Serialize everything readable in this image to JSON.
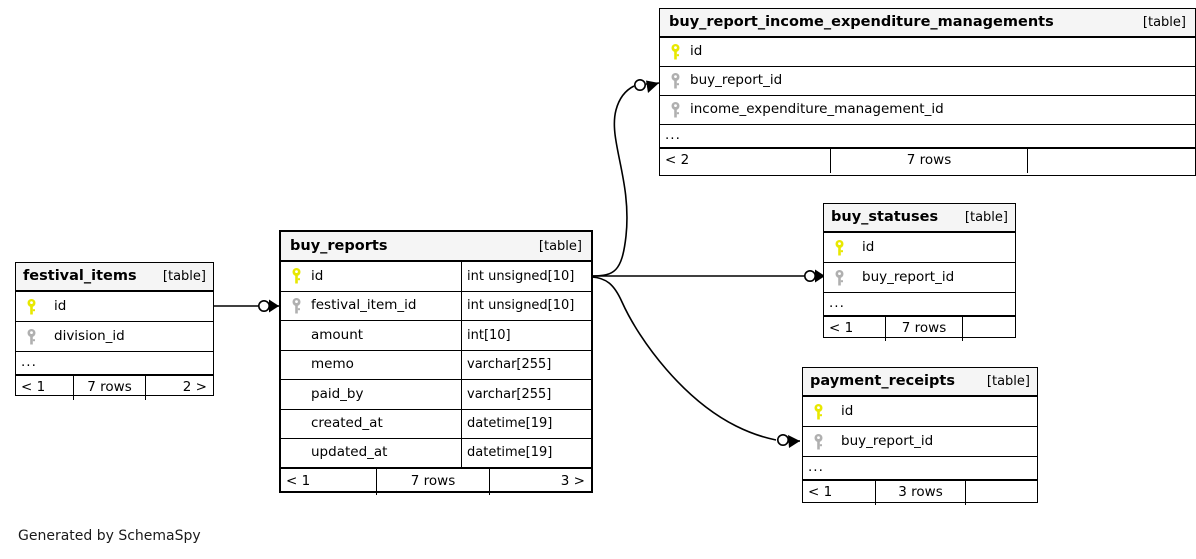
{
  "diagram": {
    "generator_credit": "Generated by SchemaSpy",
    "table_tag": "[table]",
    "ellipsis": "...",
    "colors": {
      "primary_key": "#e8e800",
      "foreign_key": "#b0b0b0",
      "border": "#000000",
      "header_bg": "#f5f5f5",
      "background": "#ffffff"
    }
  },
  "tables": {
    "buy_report_income_expenditure_managements": {
      "name": "buy_report_income_expenditure_managements",
      "tag": "[table]",
      "columns": [
        {
          "key": "pk",
          "name": "id",
          "type": ""
        },
        {
          "key": "fk",
          "name": "buy_report_id",
          "type": ""
        },
        {
          "key": "fk",
          "name": "income_expenditure_management_id",
          "type": ""
        }
      ],
      "ellipsis": "...",
      "footer": {
        "left": "< 2",
        "mid": "7 rows",
        "right": ""
      }
    },
    "buy_reports": {
      "name": "buy_reports",
      "tag": "[table]",
      "columns": [
        {
          "key": "pk",
          "name": "id",
          "type": "int unsigned[10]"
        },
        {
          "key": "fk",
          "name": "festival_item_id",
          "type": "int unsigned[10]"
        },
        {
          "key": "",
          "name": "amount",
          "type": "int[10]"
        },
        {
          "key": "",
          "name": "memo",
          "type": "varchar[255]"
        },
        {
          "key": "",
          "name": "paid_by",
          "type": "varchar[255]"
        },
        {
          "key": "",
          "name": "created_at",
          "type": "datetime[19]"
        },
        {
          "key": "",
          "name": "updated_at",
          "type": "datetime[19]"
        }
      ],
      "footer": {
        "left": "< 1",
        "mid": "7 rows",
        "right": "3 >"
      }
    },
    "festival_items": {
      "name": "festival_items",
      "tag": "[table]",
      "columns": [
        {
          "key": "pk",
          "name": "id",
          "type": ""
        },
        {
          "key": "fk",
          "name": "division_id",
          "type": ""
        }
      ],
      "ellipsis": "...",
      "footer": {
        "left": "< 1",
        "mid": "7 rows",
        "right": "2 >"
      }
    },
    "buy_statuses": {
      "name": "buy_statuses",
      "tag": "[table]",
      "columns": [
        {
          "key": "pk",
          "name": "id",
          "type": ""
        },
        {
          "key": "fk",
          "name": "buy_report_id",
          "type": ""
        }
      ],
      "ellipsis": "...",
      "footer": {
        "left": "< 1",
        "mid": "7 rows",
        "right": ""
      }
    },
    "payment_receipts": {
      "name": "payment_receipts",
      "tag": "[table]",
      "columns": [
        {
          "key": "pk",
          "name": "id",
          "type": ""
        },
        {
          "key": "fk",
          "name": "buy_report_id",
          "type": ""
        }
      ],
      "ellipsis": "...",
      "footer": {
        "left": "< 1",
        "mid": "3 rows",
        "right": ""
      }
    }
  },
  "relationships": [
    {
      "from": "festival_items.id",
      "to": "buy_reports.festival_item_id",
      "cardinality": "zero-or-many"
    },
    {
      "from": "buy_reports.id",
      "to": "buy_report_income_expenditure_managements.buy_report_id",
      "cardinality": "zero-or-many"
    },
    {
      "from": "buy_reports.id",
      "to": "buy_statuses.buy_report_id",
      "cardinality": "zero-or-many"
    },
    {
      "from": "buy_reports.id",
      "to": "payment_receipts.buy_report_id",
      "cardinality": "zero-or-many"
    }
  ]
}
